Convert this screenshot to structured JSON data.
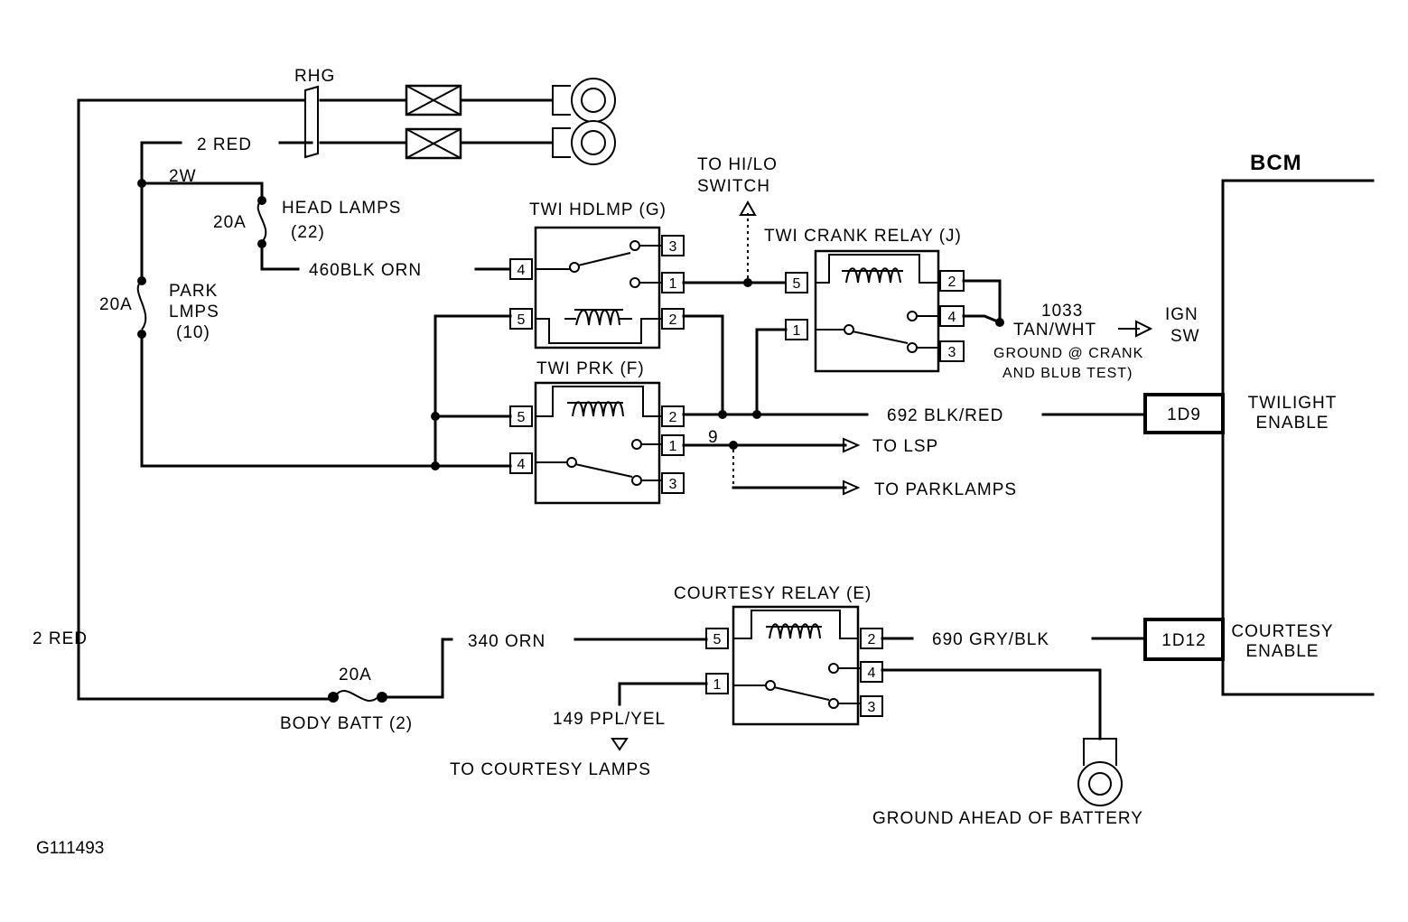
{
  "labels": {
    "rhg": "RHG",
    "two_red_top": "2  RED",
    "two_w": "2W",
    "head_lamps": "HEAD LAMPS",
    "head_lamps_num": "(22)",
    "fuse_20a_head": "20A",
    "fuse_20a_park": "20A",
    "park_lmps_1": "PARK",
    "park_lmps_2": "LMPS",
    "park_lmps_num": "(10)",
    "wire_460": "460BLK ORN",
    "to_hilo_1": "TO HI/LO",
    "to_hilo_2": "SWITCH",
    "twi_hdlmp": "TWI HDLMP (G)",
    "twi_crank": "TWI CRANK RELAY (J)",
    "twi_prk": "TWI PRK (F)",
    "wire_1033": "1033",
    "tan_wht": "TAN/WHT",
    "ign_sw_1": "IGN",
    "ign_sw_2": "SW",
    "ground_crank_1": "GROUND @ CRANK",
    "ground_crank_2": "AND BLUB TEST)",
    "bcm": "BCM",
    "wire_692": "692 BLK/RED",
    "twilight_1": "TWILIGHT",
    "twilight_2": "ENABLE",
    "pin_1d9": "1D9",
    "splice_9": "9",
    "to_lsp": "TO LSP",
    "to_parklamps": "TO PARKLAMPS",
    "courtesy_relay": "COURTESY RELAY (E)",
    "two_red_left": "2 RED",
    "wire_340": "340 ORN",
    "wire_690": "690 GRY/BLK",
    "pin_1d12": "1D12",
    "courtesy_1": "COURTESY",
    "courtesy_2": "ENABLE",
    "fuse_20a_body": "20A",
    "body_batt": "BODY BATT (2)",
    "wire_149": "149 PPL/YEL",
    "to_courtesy_lamps": "TO COURTESY LAMPS",
    "ground_ahead": "GROUND AHEAD OF BATTERY",
    "figure_id": "G111493"
  },
  "pins": {
    "hd_3": "3",
    "hd_4": "4",
    "hd_1": "1",
    "hd_5": "5",
    "hd_2": "2",
    "cr_5": "5",
    "cr_2": "2",
    "cr_4": "4",
    "cr_1": "1",
    "cr_3": "3",
    "pk_5": "5",
    "pk_2": "2",
    "pk_1": "1",
    "pk_4": "4",
    "pk_3": "3",
    "ct_5": "5",
    "ct_2": "2",
    "ct_4": "4",
    "ct_1": "1",
    "ct_3": "3"
  }
}
